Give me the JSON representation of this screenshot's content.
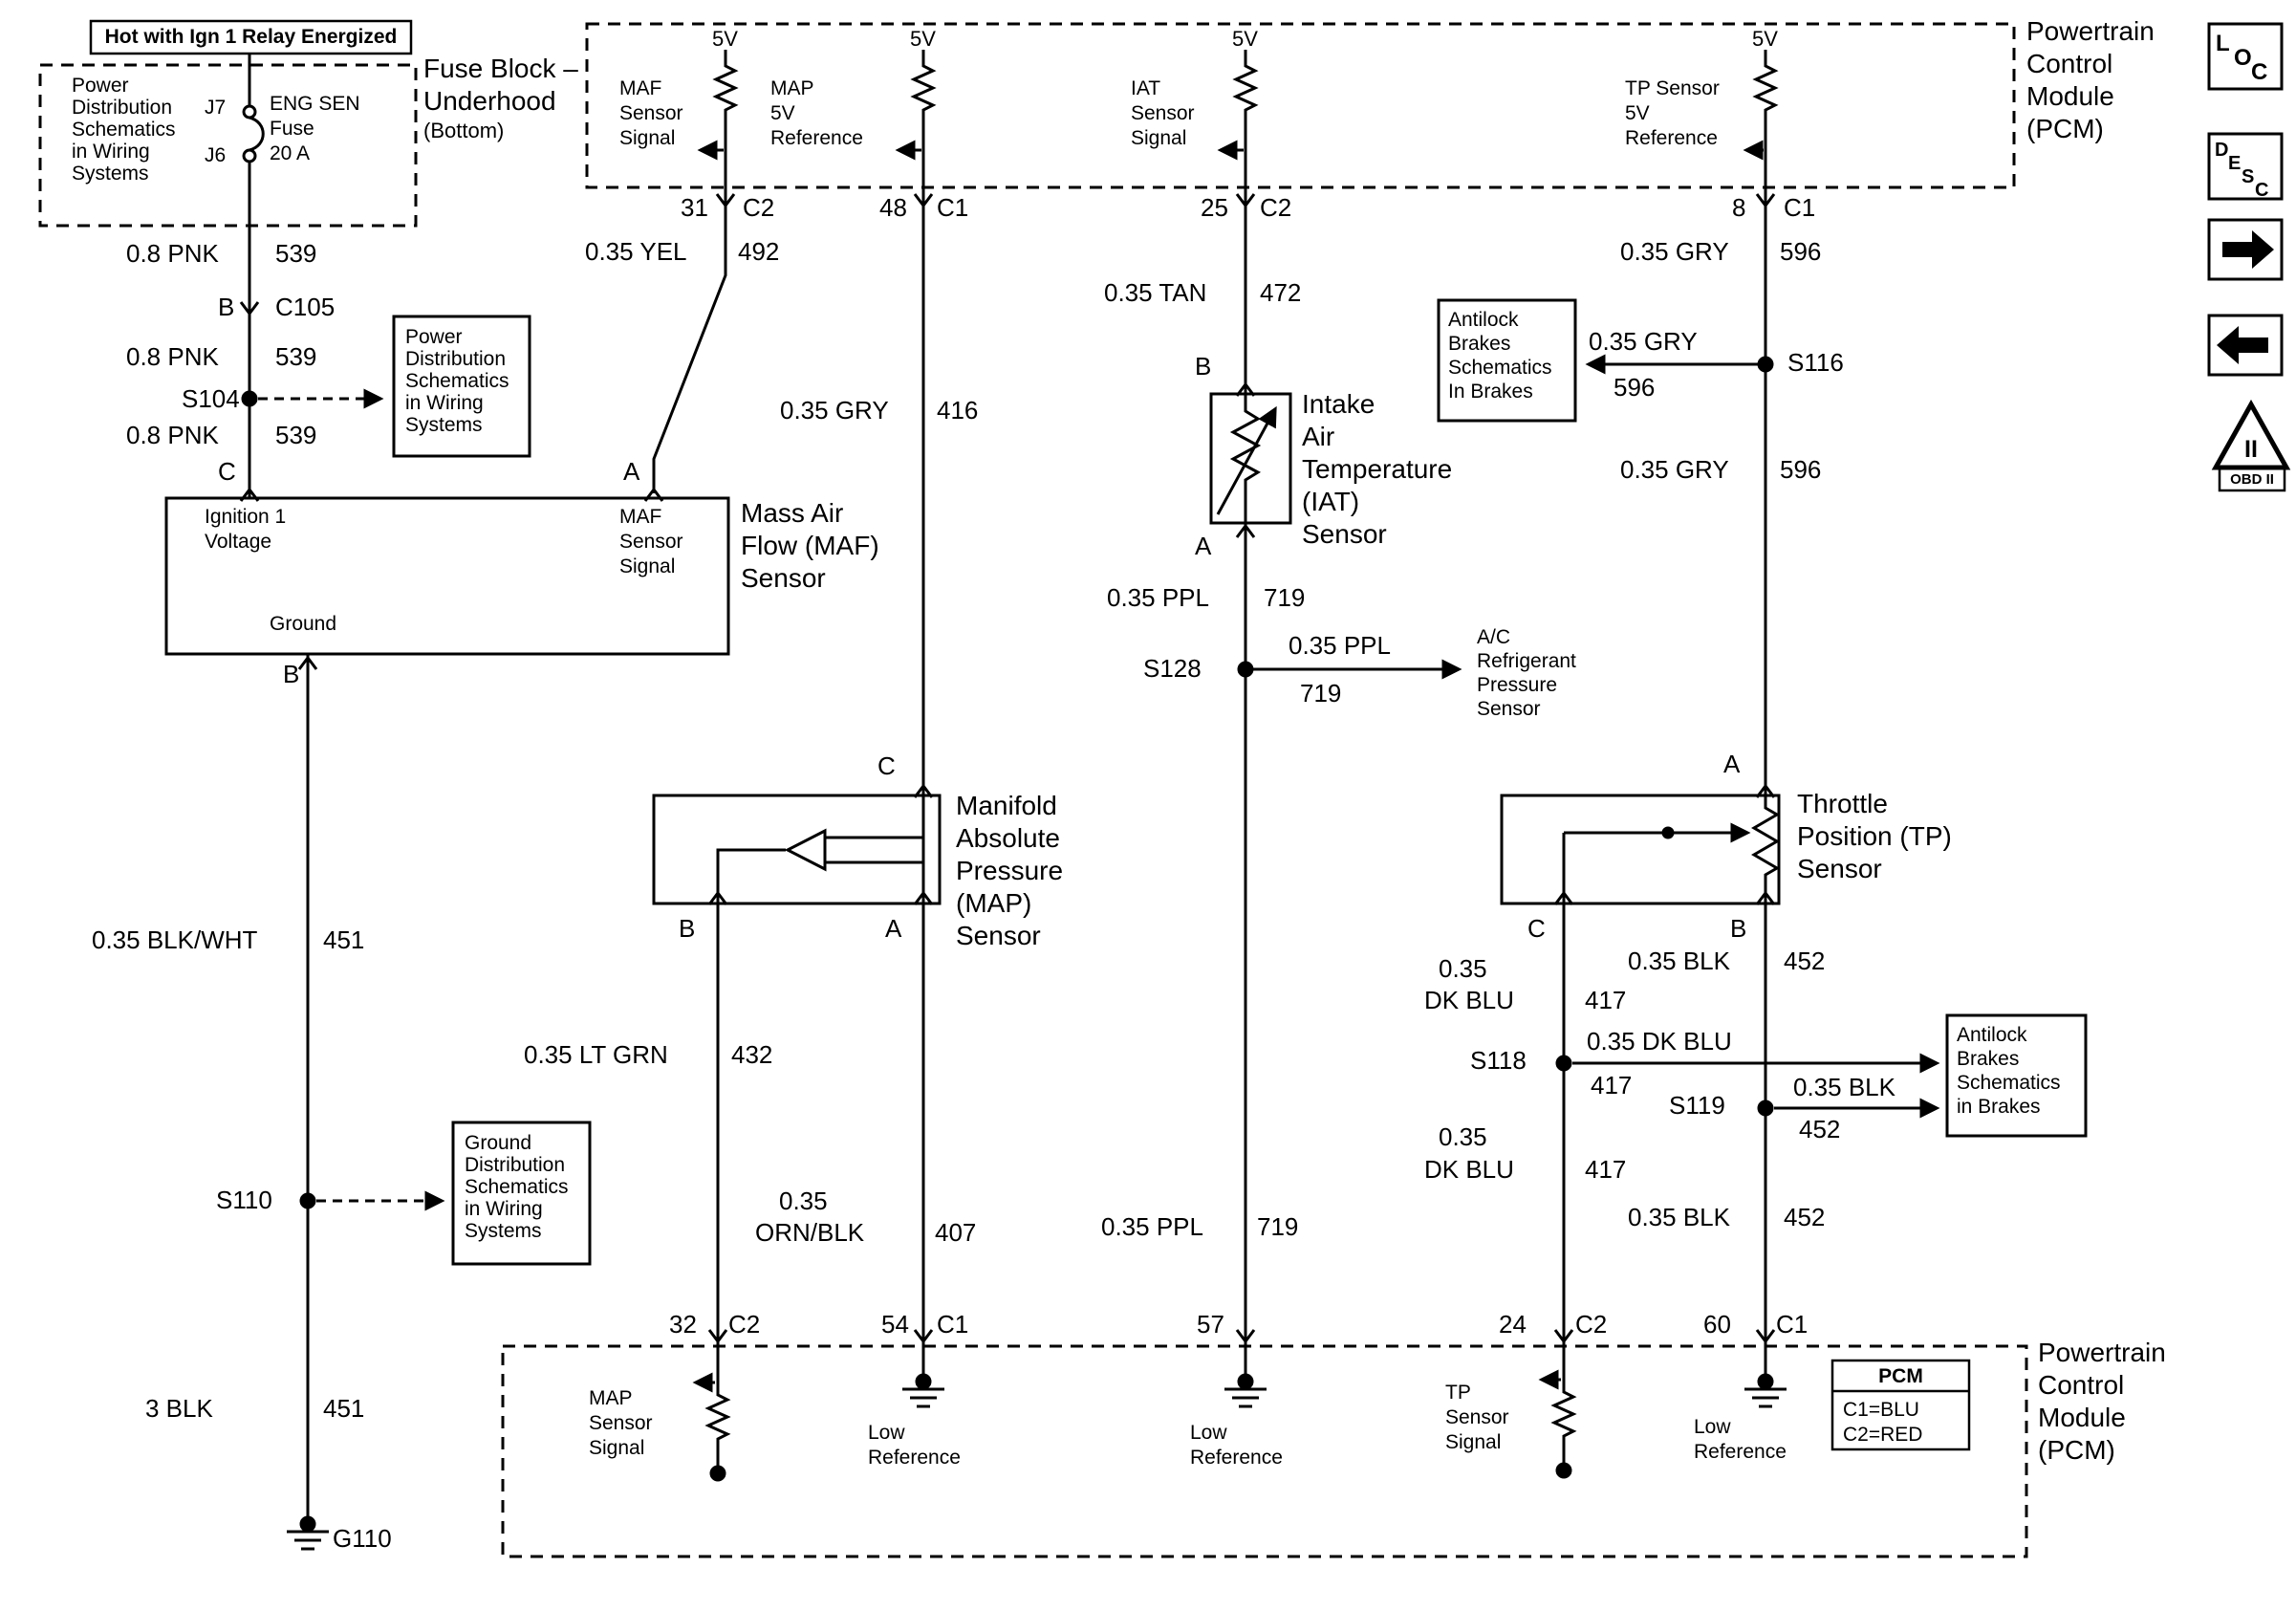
{
  "hot_label": "Hot with Ign 1 Relay Energized",
  "fuse_block": {
    "note": [
      "Power",
      "Distribution",
      "Schematics",
      "in Wiring",
      "Systems"
    ],
    "j7": "J7",
    "j6": "J6",
    "fuse": [
      "ENG SEN",
      "Fuse",
      "20 A"
    ],
    "title": [
      "Fuse Block –",
      "Underhood",
      "(Bottom)"
    ]
  },
  "connectors": {
    "c105_pin": "B",
    "c105": "C105",
    "g110": "G110"
  },
  "splices": {
    "s104": "S104",
    "s110": "S110",
    "s116": "S116",
    "s118": "S118",
    "s119": "S119",
    "s128": "S128"
  },
  "ref_boxes": {
    "power_dist": [
      "Power",
      "Distribution",
      "Schematics",
      "in Wiring",
      "Systems"
    ],
    "ground_dist": [
      "Ground",
      "Distribution",
      "Schematics",
      "in Wiring",
      "Systems"
    ],
    "antilock_top": [
      "Antilock",
      "Brakes",
      "Schematics",
      "In Brakes"
    ],
    "antilock_bottom": [
      "Antilock",
      "Brakes",
      "Schematics",
      "in Brakes"
    ],
    "ac_sensor": [
      "A/C",
      "Refrigerant",
      "Pressure",
      "Sensor"
    ]
  },
  "wires": {
    "pnk1": {
      "g": "0.8 PNK",
      "c": "539"
    },
    "pnk2": {
      "g": "0.8 PNK",
      "c": "539"
    },
    "pnk3": {
      "g": "0.8 PNK",
      "c": "539"
    },
    "blkwht": {
      "g": "0.35 BLK/WHT",
      "c": "451"
    },
    "blk3": {
      "g": "3 BLK",
      "c": "451"
    },
    "yel": {
      "g": "0.35 YEL",
      "c": "492"
    },
    "gry416": {
      "g": "0.35 GRY",
      "c": "416"
    },
    "tan": {
      "g": "0.35 TAN",
      "c": "472"
    },
    "gry596_a": {
      "g": "0.35 GRY",
      "c": "596"
    },
    "gry596_br": {
      "g": "0.35 GRY",
      "c": "596"
    },
    "gry596_b": {
      "g": "0.35 GRY",
      "c": "596"
    },
    "ppl_a": {
      "g": "0.35 PPL",
      "c": "719"
    },
    "ppl_br": {
      "g": "0.35 PPL",
      "c": "719"
    },
    "ppl_b": {
      "g": "0.35 PPL",
      "c": "719"
    },
    "ltgrn": {
      "g": "0.35 LT GRN",
      "c": "432"
    },
    "ornblk": {
      "g1": "0.35",
      "g2": "ORN/BLK",
      "c": "407"
    },
    "dkblu_a": {
      "g1": "0.35",
      "g2": "DK BLU",
      "c": "417"
    },
    "dkblu_br": {
      "g": "0.35 DK BLU",
      "c": "417"
    },
    "dkblu_b": {
      "g1": "0.35",
      "g2": "DK BLU",
      "c": "417"
    },
    "blk452_a": {
      "g": "0.35 BLK",
      "c": "452"
    },
    "blk452_br": {
      "g": "0.35 BLK",
      "c": "452"
    },
    "blk452_b": {
      "g": "0.35 BLK",
      "c": "452"
    }
  },
  "maf": {
    "pin_c": "C",
    "pin_a": "A",
    "pin_b": "B",
    "ign": [
      "Ignition 1",
      "Voltage"
    ],
    "sig": [
      "MAF",
      "Sensor",
      "Signal"
    ],
    "gnd": "Ground",
    "name": [
      "Mass Air",
      "Flow (MAF)",
      "Sensor"
    ]
  },
  "map": {
    "pin_c": "C",
    "pin_b": "B",
    "pin_a": "A",
    "name": [
      "Manifold",
      "Absolute",
      "Pressure",
      "(MAP)",
      "Sensor"
    ]
  },
  "iat": {
    "pin_b": "B",
    "pin_a": "A",
    "name": [
      "Intake",
      "Air",
      "Temperature",
      "(IAT)",
      "Sensor"
    ]
  },
  "tp": {
    "pin_a": "A",
    "pin_c": "C",
    "pin_b": "B",
    "name": [
      "Throttle",
      "Position (TP)",
      "Sensor"
    ]
  },
  "pcm_top": {
    "name": [
      "Powertrain",
      "Control",
      "Module",
      "(PCM)"
    ],
    "v5": "5V",
    "maf_sig": [
      "MAF",
      "Sensor",
      "Signal"
    ],
    "map_ref": [
      "MAP",
      "5V",
      "Reference"
    ],
    "iat_sig": [
      "IAT",
      "Sensor",
      "Signal"
    ],
    "tp_ref": [
      "TP Sensor",
      "5V",
      "Reference"
    ],
    "pins": [
      {
        "n": "31",
        "c": "C2"
      },
      {
        "n": "48",
        "c": "C1"
      },
      {
        "n": "25",
        "c": "C2"
      },
      {
        "n": "8",
        "c": "C1"
      }
    ]
  },
  "pcm_bottom": {
    "name": [
      "Powertrain",
      "Control",
      "Module",
      "(PCM)"
    ],
    "pins": [
      {
        "n": "32",
        "c": "C2"
      },
      {
        "n": "54",
        "c": "C1"
      },
      {
        "n": "57",
        "c": ""
      },
      {
        "n": "24",
        "c": "C2"
      },
      {
        "n": "60",
        "c": "C1"
      }
    ],
    "map_sig": [
      "MAP",
      "Sensor",
      "Signal"
    ],
    "tp_sig": [
      "TP",
      "Sensor",
      "Signal"
    ],
    "low_ref": [
      "Low",
      "Reference"
    ],
    "legend": {
      "title": "PCM",
      "rows": [
        "C1=BLU",
        "C2=RED"
      ]
    }
  },
  "icons": {
    "loc": [
      "L",
      "O",
      "C"
    ],
    "desc": [
      "D",
      "E",
      "S",
      "C"
    ],
    "obd": {
      "mark": "II",
      "label": "OBD II"
    }
  }
}
